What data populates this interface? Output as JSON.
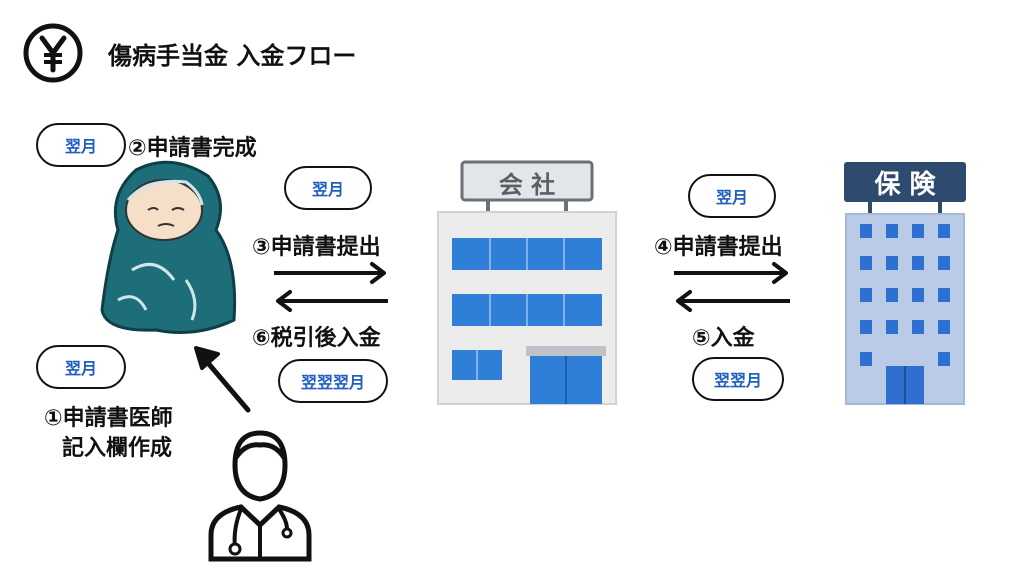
{
  "header": {
    "icon": "yen-icon",
    "title": "傷病手当金 入金フロー"
  },
  "badges": {
    "step2": "翌月",
    "step3": "翌月",
    "step1": "翌月",
    "step6": "翌翌翌月",
    "step4": "翌月",
    "step5": "翌翌月"
  },
  "steps": {
    "step1_line1": "①申請書医師",
    "step1_line2": "記入欄作成",
    "step2": "②申請書完成",
    "step3": "③申請書提出",
    "step4": "④申請書提出",
    "step5": "⑤入金",
    "step6": "⑥税引後入金"
  },
  "buildings": {
    "company_sign": "会 社",
    "insurance_sign": "保 険"
  },
  "colors": {
    "window_blue": "#2f7fd8",
    "badge_text": "#1f5fbf",
    "blanket": "#1e6e7a",
    "building_gray": "#ececec",
    "insurance_body": "#b9cbe6",
    "sign_navy": "#2e4a6e"
  }
}
